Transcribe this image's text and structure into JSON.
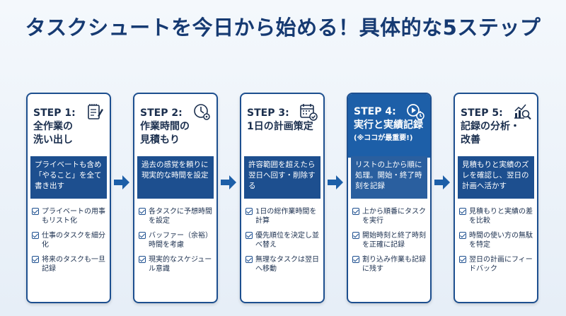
{
  "title": "タスクシュートを今日から始める！具体的な5ステップ",
  "steps": [
    {
      "num": "STEP 1:",
      "title": "全作業の\n洗い出し",
      "icon": "notepad-icon",
      "summary": "プライベートも含め「やること」を全て書き出す",
      "checks": [
        "プライベートの用事もリスト化",
        "仕事のタスクを細分化",
        "将来のタスクも一旦記録"
      ]
    },
    {
      "num": "STEP 2:",
      "title": "作業時間の\n見積もり",
      "icon": "clock-gear-icon",
      "summary": "過去の感覚を頼りに現実的な時間を設定",
      "checks": [
        "各タスクに予想時間を設定",
        "バッファー（余裕）時間を考慮",
        "現実的なスケジュール意識"
      ]
    },
    {
      "num": "STEP 3:",
      "title": "1日の計画策定",
      "icon": "calendar-check-icon",
      "summary": "許容範囲を超えたら翌日へ回す・削除する",
      "checks": [
        "1日の総作業時間を計算",
        "優先順位を決定し並べ替え",
        "無理なタスクは翌日へ移動"
      ]
    },
    {
      "num": "STEP 4:",
      "title": "実行と実績記録",
      "note": "(※ココが最重要!)",
      "icon": "play-stopwatch-icon",
      "summary": "リストの上から順に処理。開始・終了時刻を記録",
      "checks": [
        "上から順番にタスクを実行",
        "開始時刻と終了時刻を正確に記録",
        "割り込み作業も記録に残す"
      ]
    },
    {
      "num": "STEP 5:",
      "title": "記録の分析・\n改善",
      "icon": "chart-magnifier-icon",
      "summary": "見積もりと実績のズレを確認し、翌日の計画へ活かす",
      "checks": [
        "見積もりと実績の差を比較",
        "時間の使い方の無駄を特定",
        "翌日の計画にフィードバック"
      ]
    }
  ]
}
